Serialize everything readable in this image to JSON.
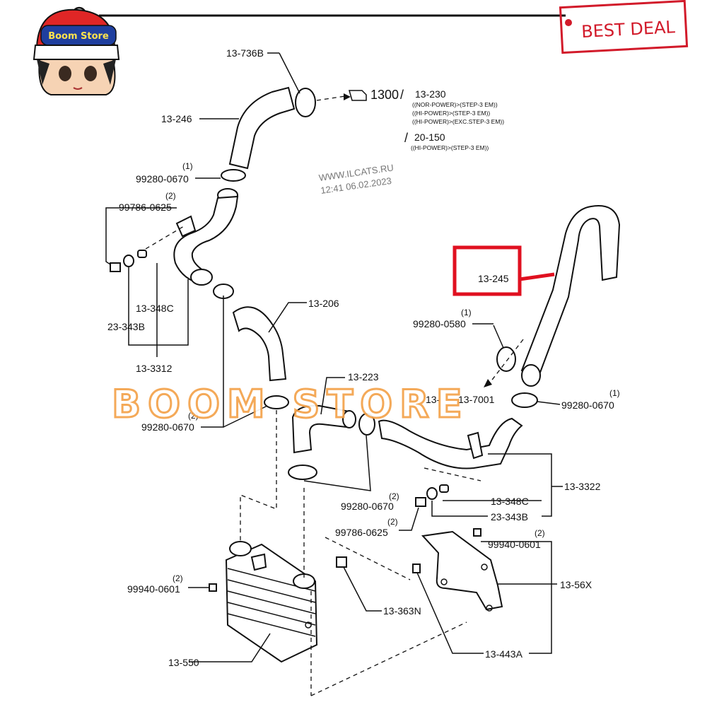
{
  "logo": {
    "text": "Boom Store"
  },
  "badge": {
    "text": "BEST DEAL",
    "color": "#d21a2a"
  },
  "watermark": {
    "site": "WWW.ILCATS.RU",
    "time": "12:41  06.02.2023",
    "store": "BOOM STORE"
  },
  "callout": {
    "ref_main": "1300",
    "ref_a": "13-230",
    "notes_a": [
      "((NOR-POWER)>(STEP-3 EM))",
      "((HI-POWER)>(STEP-3 EM))",
      "((HI-POWER)>(EXC.STEP-3 EM))"
    ],
    "ref_b": "20-150",
    "notes_b": [
      "((HI-POWER)>(STEP-3 EM))"
    ]
  },
  "highlight": {
    "label": "13-245",
    "color": "#e01020"
  },
  "labels": {
    "p13_736B": "13-736B",
    "p13_246": "13-246",
    "p99280_0670_a": "99280-0670",
    "q1": "(1)",
    "q2": "(2)",
    "p99786_0625_a": "99786-0625",
    "p13_348C_a": "13-348C",
    "p23_343B_a": "23-343B",
    "p13_3312": "13-3312",
    "p13_206": "13-206",
    "p99280_0580": "99280-0580",
    "p13_223": "13-223",
    "p13_7001_pre": "13-",
    "p13_7001": "13-7001",
    "p99280_0670_b": "99280-0670",
    "p99280_0670_c": "99280-0670",
    "p13_3322": "13-3322",
    "p99280_0670_d": "99280-0670",
    "p13_348C_b": "13-348C",
    "p23_343B_b": "23-343B",
    "p99786_0625_b": "99786-0625",
    "p99940_0601_a": "99940-0601",
    "p99940_0601_b": "99940-0601",
    "p13_56X": "13-56X",
    "p13_363N": "13-363N",
    "p13_550": "13-550",
    "p13_443A": "13-443A"
  }
}
